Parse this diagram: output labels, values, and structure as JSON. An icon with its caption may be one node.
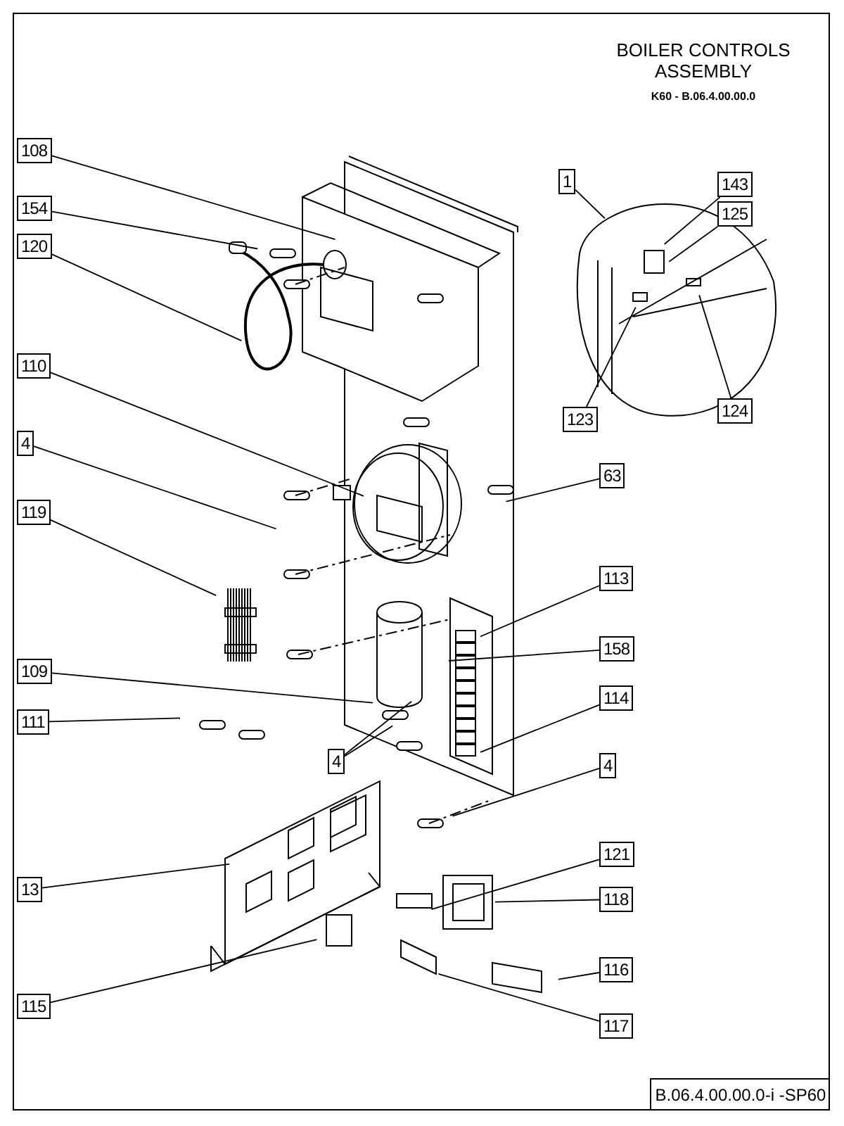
{
  "diagram": {
    "title": "BOILER CONTROLS ASSEMBLY",
    "nodes": [
      {
        "text": [
          "108"
        ]
      },
      {
        "text": [
          "1"
        ]
      },
      {
        "text": [
          "143"
        ]
      },
      {
        "text": [
          "154"
        ]
      },
      {
        "text": [
          "125"
        ]
      },
      {
        "text": [
          "120"
        ]
      },
      {
        "text": [
          "110"
        ]
      },
      {
        "text": [
          "124"
        ]
      },
      {
        "text": [
          "123"
        ]
      },
      {
        "text": [
          "4"
        ]
      },
      {
        "text": [
          "63"
        ]
      },
      {
        "text": [
          "119"
        ]
      },
      {
        "text": [
          "113"
        ]
      },
      {
        "text": [
          "158"
        ]
      },
      {
        "text": [
          "109"
        ]
      },
      {
        "text": [
          "114"
        ]
      },
      {
        "text": [
          "111"
        ]
      },
      {
        "text": [
          "4"
        ]
      },
      {
        "text": [
          "4"
        ]
      },
      {
        "text": [
          "13"
        ]
      },
      {
        "text": [
          "121"
        ]
      },
      {
        "text": [
          "118"
        ]
      },
      {
        "text": [
          "116"
        ]
      },
      {
        "text": [
          "115"
        ]
      },
      {
        "text": [
          "117"
        ]
      }
    ],
    "edges": [
      {
        "from": 0,
        "to": null,
        "arrow": "none"
      },
      {
        "from": 1,
        "to": null,
        "arrow": "none"
      },
      {
        "from": 2,
        "to": null,
        "arrow": "none"
      },
      {
        "from": 3,
        "to": null,
        "arrow": "none"
      },
      {
        "from": 4,
        "to": null,
        "arrow": "none"
      },
      {
        "from": 5,
        "to": null,
        "arrow": "none"
      },
      {
        "from": 6,
        "to": null,
        "arrow": "none"
      },
      {
        "from": 7,
        "to": null,
        "arrow": "none"
      },
      {
        "from": 8,
        "to": null,
        "arrow": "none"
      },
      {
        "from": 9,
        "to": null,
        "arrow": "none"
      },
      {
        "from": 10,
        "to": null,
        "arrow": "none"
      },
      {
        "from": 11,
        "to": null,
        "arrow": "none"
      },
      {
        "from": 12,
        "to": null,
        "arrow": "none"
      },
      {
        "from": 13,
        "to": null,
        "arrow": "none"
      },
      {
        "from": 14,
        "to": null,
        "arrow": "none"
      },
      {
        "from": 15,
        "to": null,
        "arrow": "none"
      },
      {
        "from": 16,
        "to": null,
        "arrow": "none"
      },
      {
        "from": 17,
        "to": null,
        "arrow": "none"
      },
      {
        "from": 17,
        "to": null,
        "arrow": "none"
      },
      {
        "from": 18,
        "to": null,
        "arrow": "none"
      },
      {
        "from": 19,
        "to": null,
        "arrow": "none"
      },
      {
        "from": 20,
        "to": null,
        "arrow": "none"
      },
      {
        "from": 21,
        "to": null,
        "arrow": "none"
      },
      {
        "from": 22,
        "to": null,
        "arrow": "none"
      },
      {
        "from": 23,
        "to": null,
        "arrow": "none"
      },
      {
        "from": 24,
        "to": null,
        "arrow": "none"
      }
    ],
    "labels": [
      "K60 - B.06.4.00.00.0",
      "B.06.4.00.00.0-i -SP60"
    ]
  }
}
